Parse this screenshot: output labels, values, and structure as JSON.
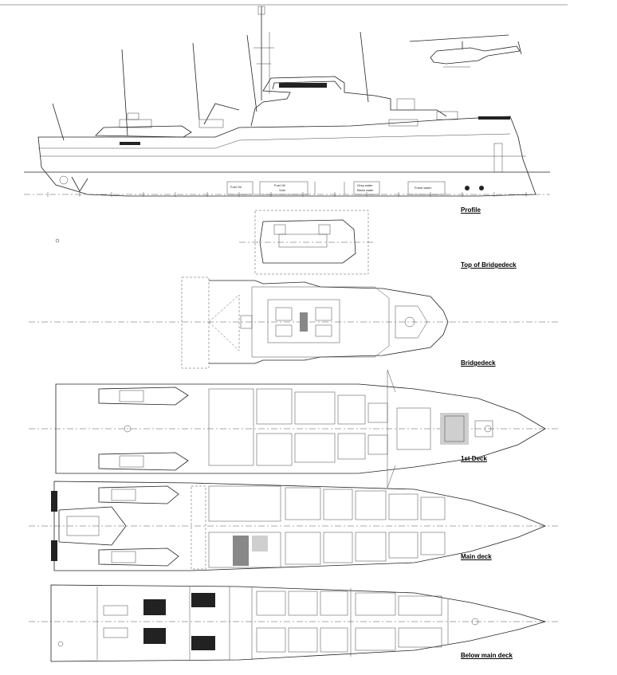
{
  "views": {
    "profile": "Profile",
    "top_of_bridgedeck": "Top of Bridgedeck",
    "bridgedeck": "Bridgedeck",
    "first_deck": "1st Deck",
    "main_deck": "Main deck",
    "below_main_deck": "Below main deck"
  },
  "tank_labels": {
    "fuel_oil_1": "Fuel Oil",
    "fuel_oil_2": "Fuel Oil",
    "void": "Void",
    "grey_water": "Grey water",
    "black_water": "Black water",
    "fresh_water": "Fresh water"
  }
}
